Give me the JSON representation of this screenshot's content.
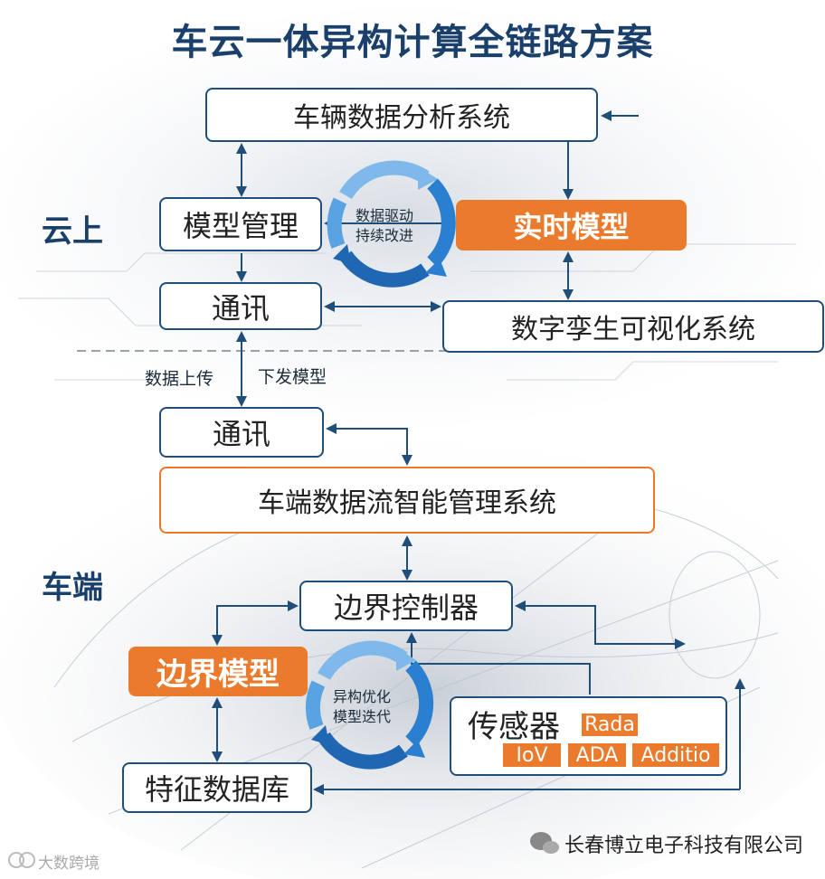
{
  "title": "车云一体异构计算全链路方案",
  "sections": {
    "cloud": "云上",
    "vehicle": "车端"
  },
  "cloud": {
    "vehicle_data_analysis": "车辆数据分析系统",
    "model_management": "模型管理",
    "realtime_model": "实时模型",
    "communication": "通讯",
    "digital_twin": "数字孪生可视化系统",
    "cycle_label_line1": "数据驱动",
    "cycle_label_line2": "持续改进"
  },
  "link": {
    "upload": "数据上传",
    "deploy": "下发模型"
  },
  "vehicle": {
    "communication": "通讯",
    "dataflow_system": "车端数据流智能管理系统",
    "edge_controller": "边界控制器",
    "edge_model": "边界模型",
    "feature_db": "特征数据库",
    "sensor": "传感器",
    "sensor_tags": [
      "Rada",
      "IoV",
      "ADA",
      "Additio"
    ],
    "cycle_label_line1": "异构优化",
    "cycle_label_line2": "模型迭代"
  },
  "watermarks": {
    "left": "大数跨境",
    "right": "长春博立电子科技有限公司"
  },
  "colors": {
    "navy": "#1f4e7a",
    "orange": "#ea7a2c",
    "title": "#1a3f6b",
    "ring_blue": "#2a7fd0"
  }
}
